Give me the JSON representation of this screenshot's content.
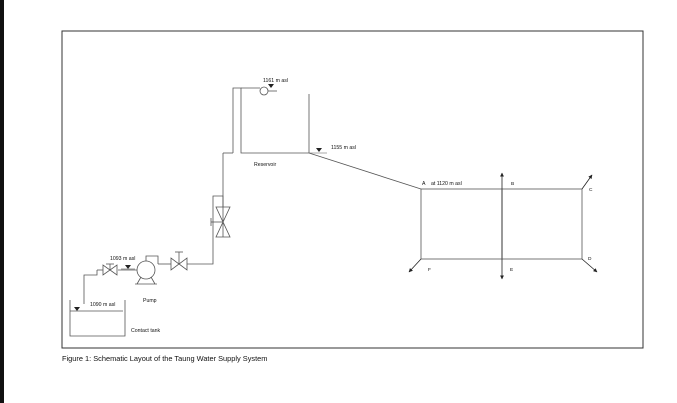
{
  "colors": {
    "frame": "#333333",
    "line": "#555555",
    "arrow": "#222222",
    "text": "#111111"
  },
  "labels": {
    "reservoir_top_level": "1161 m asl",
    "reservoir_level": "1155 m asl",
    "reservoir": "Reservoir",
    "node_a": "A",
    "node_a_level": "at 1120 m asl",
    "node_b": "B",
    "node_c": "C",
    "node_d": "D",
    "node_e": "E",
    "node_f": "F",
    "pump_level": "1093 m asl",
    "pump": "Pump",
    "tank_level": "1090 m asl",
    "contact_tank": "Contact tank"
  },
  "caption": "Figure 1: Schematic Layout of the Taung Water Supply System"
}
